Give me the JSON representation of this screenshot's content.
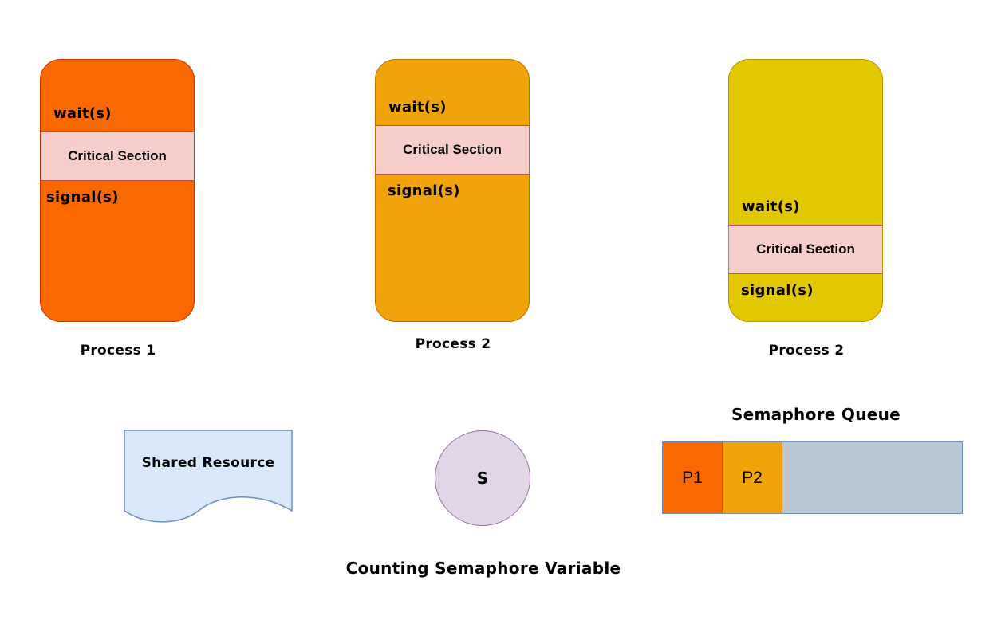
{
  "processes": [
    {
      "caption": "Process 1",
      "wait": "wait(s)",
      "critical": "Critical Section",
      "signal": "signal(s)",
      "color": "#fa6800"
    },
    {
      "caption": "Process 2",
      "wait": "wait(s)",
      "critical": "Critical Section",
      "signal": "signal(s)",
      "color": "#f0a30a"
    },
    {
      "caption": "Process 2",
      "wait": "wait(s)",
      "critical": "Critical Section",
      "signal": "signal(s)",
      "color": "#e3c800"
    }
  ],
  "shared_resource": {
    "label": "Shared Resource",
    "color": "#dae8fc"
  },
  "semaphore": {
    "label": "S",
    "caption": "Counting Semaphore Variable",
    "color": "#e1d5e7"
  },
  "queue": {
    "title": "Semaphore Queue",
    "items": [
      "P1",
      "P2"
    ],
    "empty_color": "#bac8d3"
  }
}
